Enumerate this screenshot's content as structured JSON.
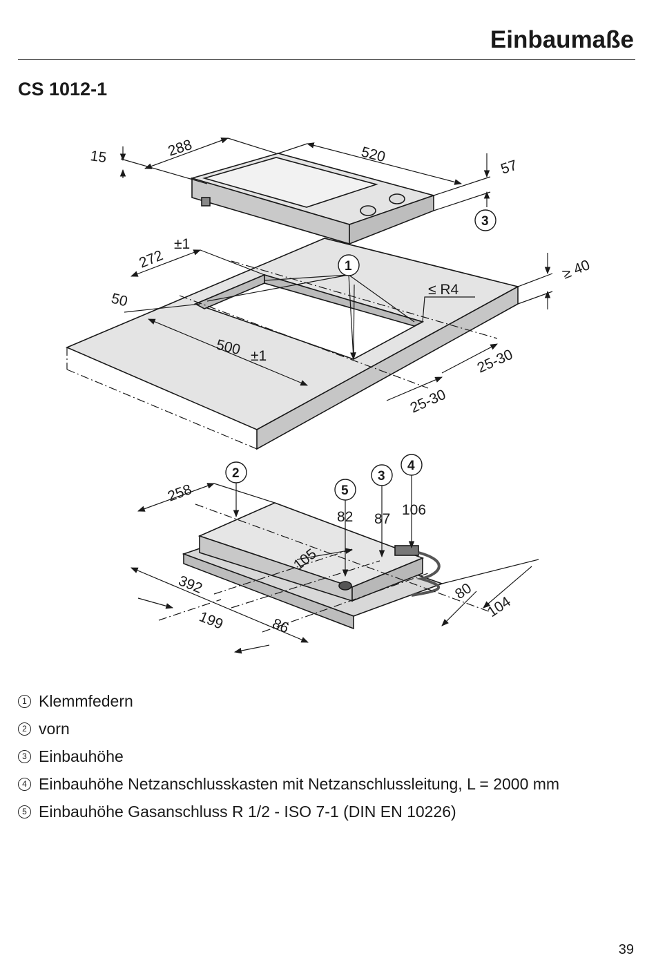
{
  "header": {
    "title": "Einbaumaße"
  },
  "model": "CS 1012-1",
  "diagram": {
    "top": {
      "depth_front": "15",
      "depth": "288",
      "width": "520",
      "height": "57",
      "callout": "3"
    },
    "cutout": {
      "depth": "272",
      "depth_tol": "+\n-1",
      "offset": "50",
      "width": "500",
      "width_tol": "+\n-1",
      "radius": "≤ R4",
      "clearance_back": "25-30",
      "clearance_side": "25-30",
      "worktop_min": "≥ 40",
      "callout": "1"
    },
    "bottom": {
      "d258": "258",
      "d392": "392",
      "d199": "199",
      "d86": "86",
      "d105": "105",
      "d80": "80",
      "d104": "104",
      "h82": "82",
      "h87": "87",
      "h106": "106",
      "callouts": [
        "2",
        "5",
        "3",
        "4"
      ]
    }
  },
  "legend": [
    {
      "num": "1",
      "text": "Klemmfedern"
    },
    {
      "num": "2",
      "text": "vorn"
    },
    {
      "num": "3",
      "text": "Einbauhöhe"
    },
    {
      "num": "4",
      "text": "Einbauhöhe Netzanschlusskasten mit Netzanschlussleitung, L = 2000 mm"
    },
    {
      "num": "5",
      "text": "Einbauhöhe Gasanschluss R 1/2 - ISO 7-1 (DIN EN 10226)"
    }
  ],
  "page_number": "39"
}
